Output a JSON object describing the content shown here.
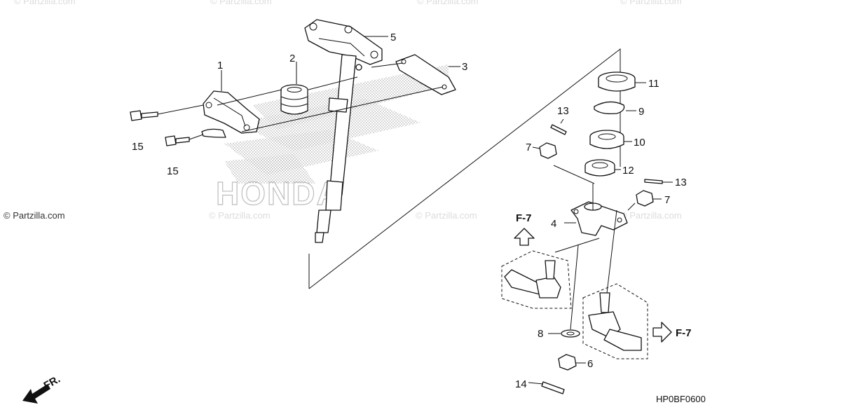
{
  "watermark": {
    "text": "© Partzilla.com"
  },
  "logo_text": "HONDA",
  "diagram_code": "HP0BF0600",
  "front_marker": "FR.",
  "ref_arrow_label": "F-7",
  "callouts": {
    "c1": "1",
    "c2": "2",
    "c3": "3",
    "c4": "4",
    "c5": "5",
    "c6": "6",
    "c7a": "7",
    "c7b": "7",
    "c8": "8",
    "c9": "9",
    "c10": "10",
    "c11": "11",
    "c12": "12",
    "c13a": "13",
    "c13b": "13",
    "c14": "14",
    "c15a": "15",
    "c15b": "15"
  }
}
